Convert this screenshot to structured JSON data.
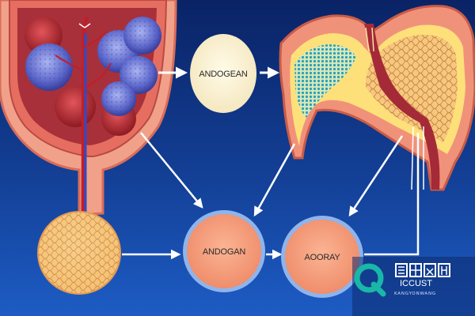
{
  "nodes": {
    "top_circle": {
      "label": "ANDOGEAN"
    },
    "bottom_left_circle": {
      "label": "ANDOGAN"
    },
    "bottom_right_circle": {
      "label": "AOORAY"
    }
  },
  "watermark": {
    "side_text": "ICCUST",
    "sub_text": "KANGYONWANG"
  },
  "colors": {
    "background_top": "#0b2a6b",
    "background_bottom": "#1a55b8",
    "tissue": "#e9806a",
    "node_fill_top": "#fbf0d2",
    "node_fill_bottom": "#f6a382",
    "node_ring": "#7fa8e6",
    "arrow": "#ffffff",
    "watermark_teal": "#19b7a8"
  }
}
